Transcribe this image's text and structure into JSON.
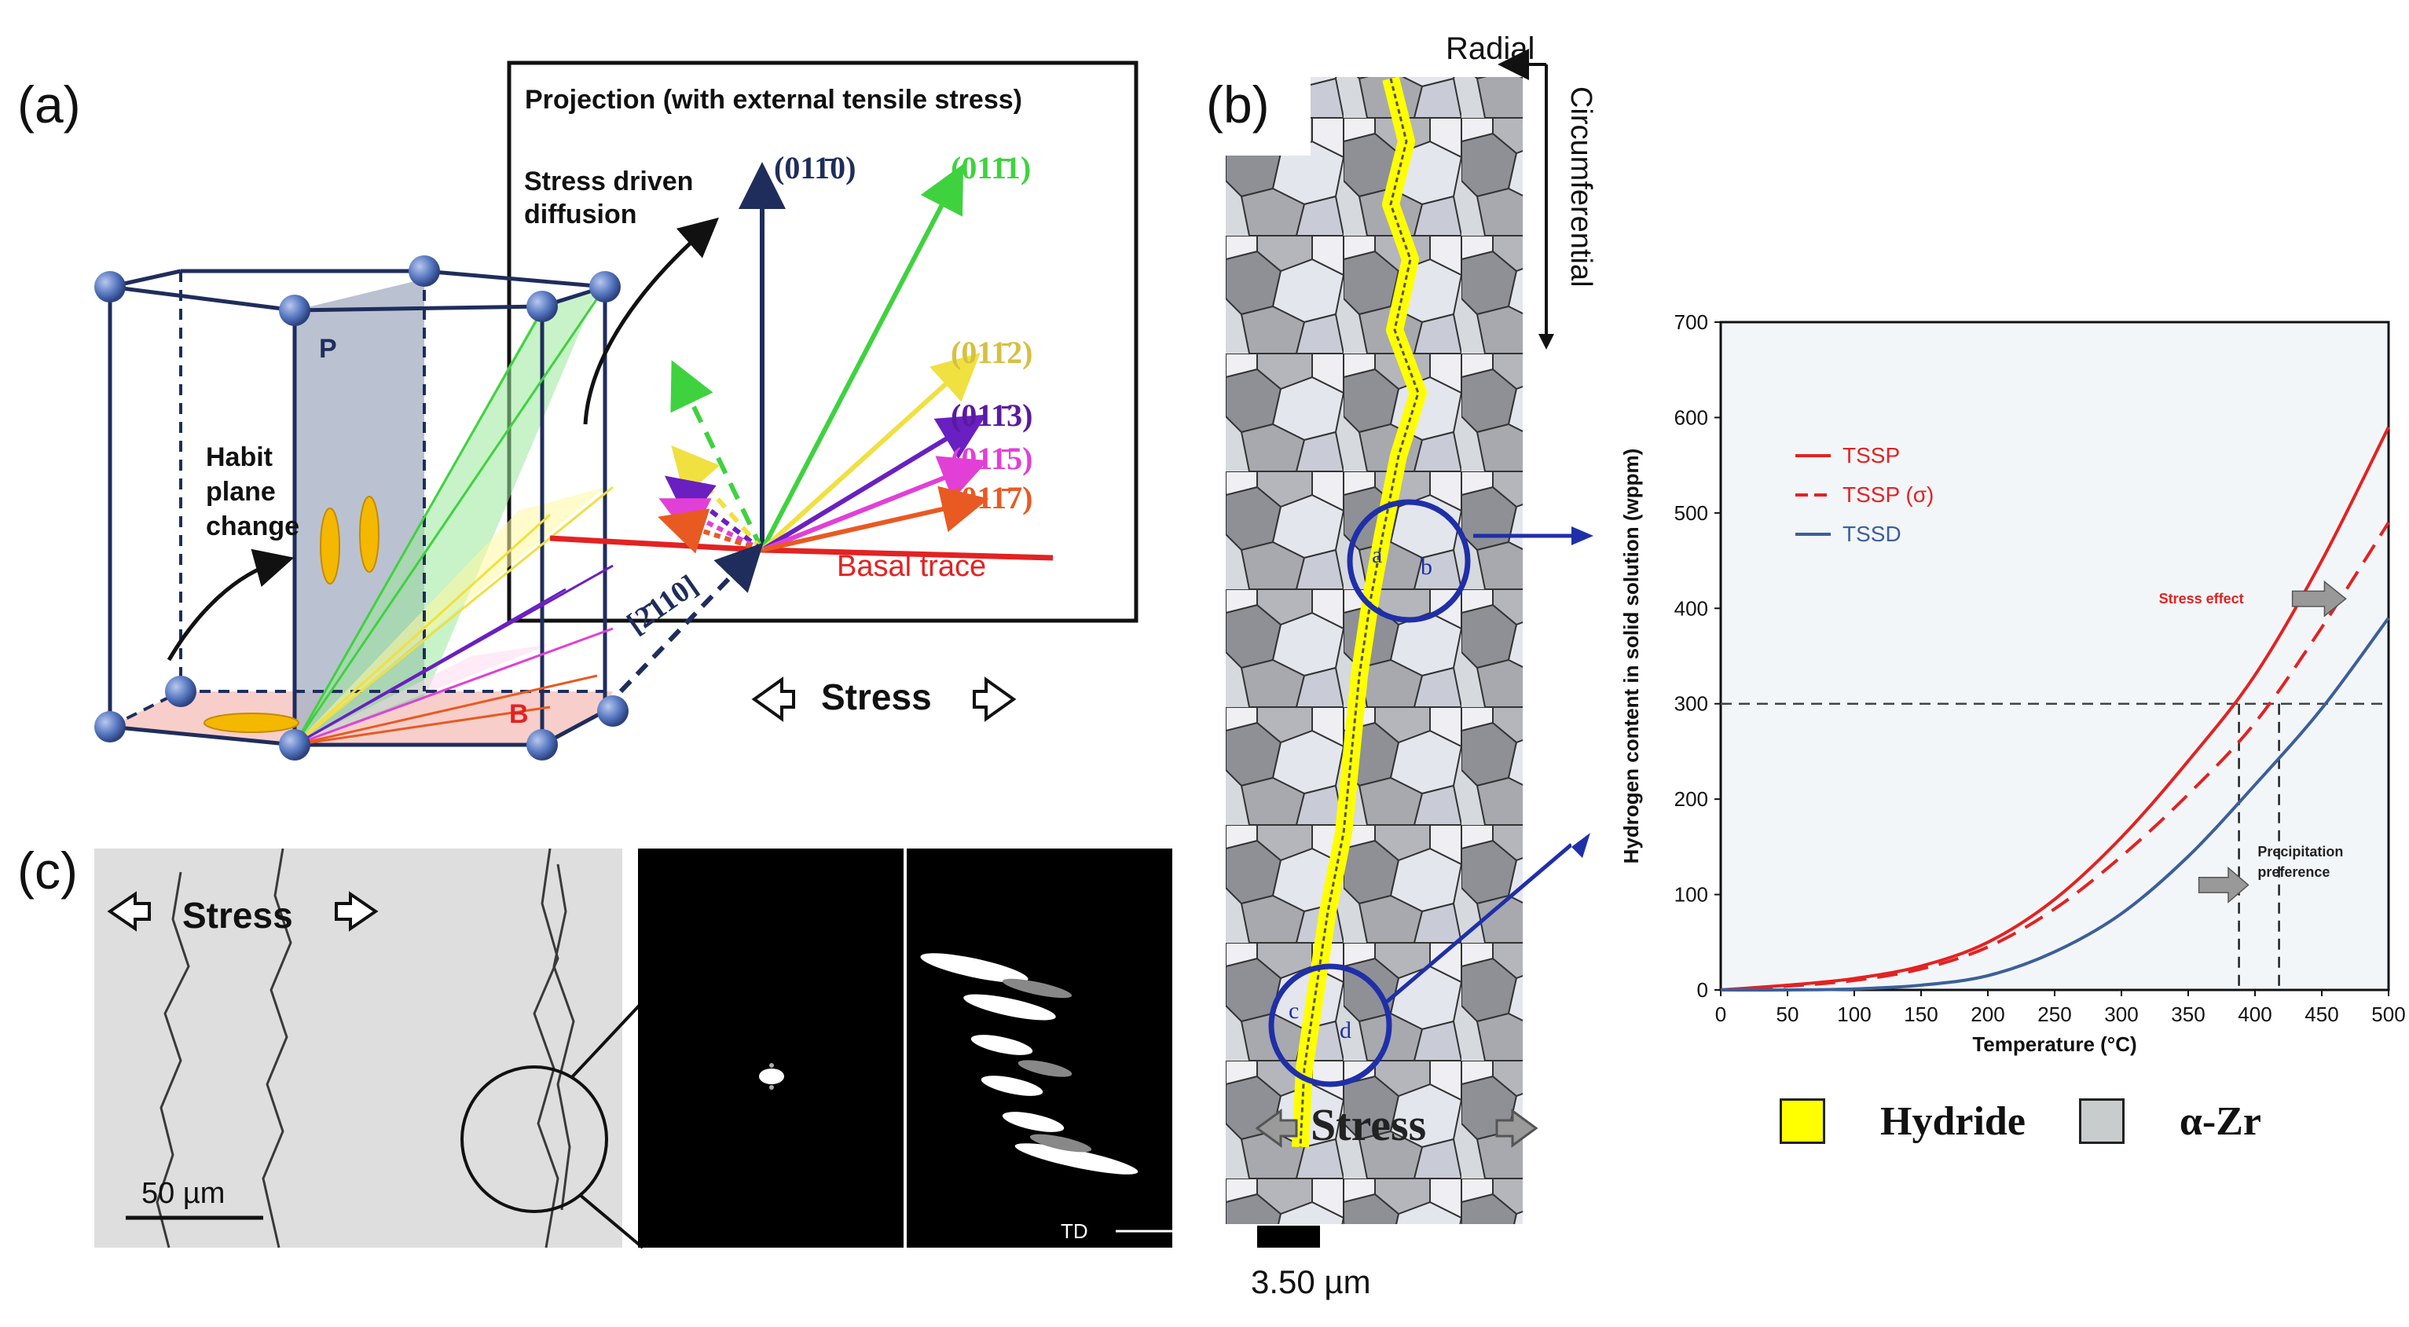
{
  "panel_labels": {
    "a": "(a)",
    "b": "(b)",
    "c": "(c)"
  },
  "panel_a": {
    "projection_title": "Projection (with external tensile stress)",
    "stress_driven_diffusion_line1": "Stress driven",
    "stress_driven_diffusion_line2": "diffusion",
    "habit_line1": "Habit",
    "habit_line2": "plane",
    "habit_line3": "change",
    "plane_p": "P",
    "plane_b": "B",
    "direction": "[2̄110]",
    "basal_trace": "Basal trace",
    "stress": "Stress",
    "vectors": [
      {
        "label": "(011̄0)",
        "color": "#1f2d5c"
      },
      {
        "label": "(011̄1)",
        "color": "#3fd23f"
      },
      {
        "label": "(011̄2)",
        "color": "#e8d24a"
      },
      {
        "label": "(011̄3)",
        "color": "#5a1a9e"
      },
      {
        "label": "(011̄5)",
        "color": "#e23fd6"
      },
      {
        "label": "(011̄7)",
        "color": "#e85a22"
      }
    ]
  },
  "panel_b": {
    "radial": "Radial",
    "circumferential": "Circumferential",
    "stress": "Stress",
    "scale_bar": "3.50 µm",
    "circle_labels": [
      "a",
      "b",
      "c",
      "d"
    ]
  },
  "panel_c": {
    "stress": "Stress",
    "scale_bar": "50 µm",
    "td": "TD"
  },
  "legend": {
    "hydride": "Hydride",
    "alpha_zr": "α-Zr",
    "hydride_color": "#ffff00",
    "alpha_zr_color": "#c8cccc"
  },
  "chart_data": {
    "type": "line",
    "xlabel": "Temperature (°C)",
    "ylabel": "Hydrogen content in solid solution (wppm)",
    "xlim": [
      0,
      500
    ],
    "ylim": [
      0,
      700
    ],
    "x_ticks": [
      0,
      50,
      100,
      150,
      200,
      250,
      300,
      350,
      400,
      450,
      500
    ],
    "y_ticks": [
      0,
      100,
      200,
      300,
      400,
      500,
      600,
      700
    ],
    "grid": false,
    "legend_position": "top-left",
    "x": [
      0,
      50,
      100,
      150,
      200,
      250,
      300,
      350,
      400,
      450,
      500
    ],
    "series": [
      {
        "name": "TSSP",
        "color": "#e32222",
        "dash": "solid",
        "values": [
          0,
          5,
          12,
          25,
          50,
          95,
          160,
          240,
          330,
          450,
          590
        ]
      },
      {
        "name": "TSSP (σ)",
        "color": "#e32222",
        "dash": "dashed",
        "values": [
          0,
          4,
          10,
          22,
          45,
          85,
          140,
          205,
          280,
          380,
          490
        ]
      },
      {
        "name": "TSSD",
        "color": "#3b5f9a",
        "dash": "solid",
        "values": [
          0,
          0,
          1,
          5,
          15,
          40,
          80,
          140,
          215,
          295,
          390
        ]
      }
    ],
    "reference_line_y": 300,
    "reference_lines_x": [
      388,
      418
    ],
    "annotations": [
      {
        "text": "Stress effect",
        "color": "#e32222"
      },
      {
        "text": "Precipitation preference",
        "color": "#222222"
      }
    ]
  }
}
